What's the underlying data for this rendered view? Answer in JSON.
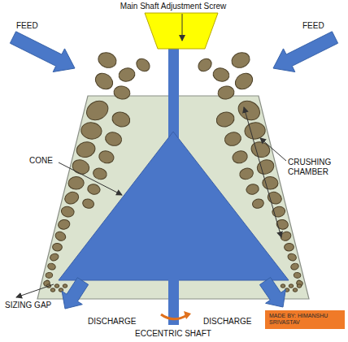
{
  "diagram": {
    "nodes": [
      {
        "text": [
          "MADE BY: HIMANSHU SRIVASTAV"
        ]
      }
    ],
    "labels": [
      "Main Shaft Adjustment Screw",
      "FEED",
      "FEED",
      "CONE",
      "CRUSHING CHAMBER",
      "SIZING GAP",
      "DISCHARGE",
      "DISCHARGE",
      "ECCENTRIC SHAFT"
    ]
  }
}
